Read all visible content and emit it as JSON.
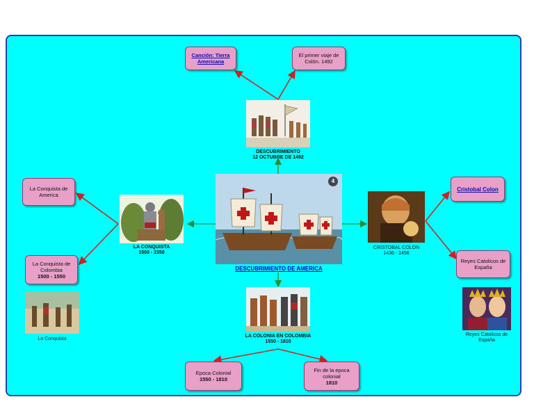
{
  "colors": {
    "background": "#00ffff",
    "node_fill": "#e8a0c8",
    "red_arrow": "#cc2222",
    "green_arrow": "#2e8b2e"
  },
  "center": {
    "title": "DESCUBRIMIENTO  DE  AMERICA",
    "badge": "4"
  },
  "top": {
    "caption_line1": "DESCUBRIMIENTO",
    "caption_line2": "12 OCTUBRE DE 1492",
    "node_song": "Canción: Tierra Americana",
    "node_first_trip": "El primer viaje de Colón. 1492"
  },
  "left": {
    "caption_line1": "LA CONQUISTA",
    "caption_line2": "1500 - 1550",
    "node_conquista_america": "La Conquista de America",
    "node_conquista_colombia_line1": "La Conquista de Colombia",
    "node_conquista_colombia_line2": "1500 - 1550",
    "small_caption": "La Conquista"
  },
  "right": {
    "caption_line1": "CRISTOBAL COLON",
    "caption_line2": "1436 - 1456",
    "node_colon": "Cristobal Colon",
    "node_reyes": "Reyes Catolicos de España",
    "small_caption": "Reyes Catolicos de España"
  },
  "bottom": {
    "caption_line1": "LA COLONIA EN COLOMBIA",
    "caption_line2": "1550 - 1810",
    "node_epoca_line1": "Epoca Colonial",
    "node_epoca_line2": "1550 - 1810",
    "node_fin_line1": "Fin de la epoca colonial",
    "node_fin_line2": "1810"
  }
}
